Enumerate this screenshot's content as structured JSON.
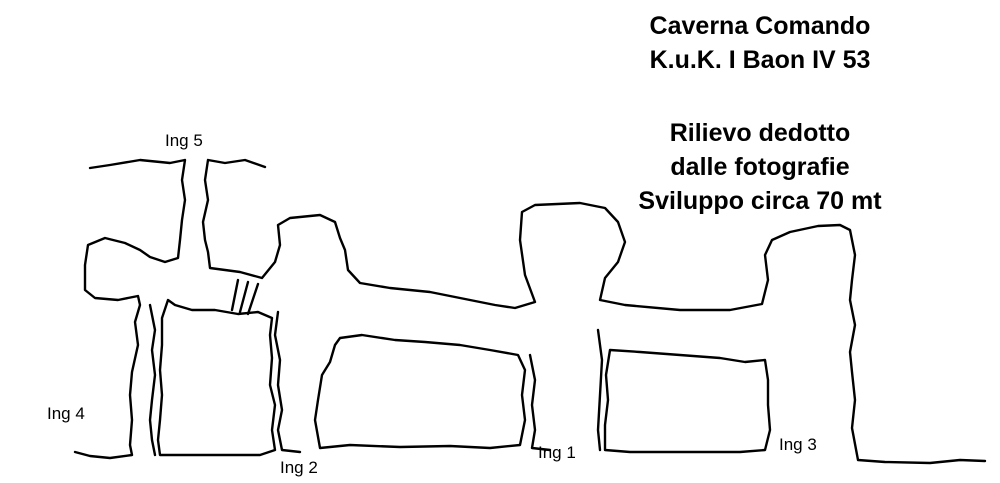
{
  "title": {
    "line1": "Caverna Comando",
    "line2": "K.u.K. I Baon IV 53"
  },
  "notes": {
    "line1": "Rilievo dedotto",
    "line2": "dalle fotografie",
    "line3": "Sviluppo circa 70 mt"
  },
  "entrances": {
    "ing1": "Ing 1",
    "ing2": "Ing 2",
    "ing3": "Ing 3",
    "ing4": "Ing 4",
    "ing5": "Ing 5"
  },
  "colors": {
    "line": "#000000",
    "background": "#ffffff"
  }
}
